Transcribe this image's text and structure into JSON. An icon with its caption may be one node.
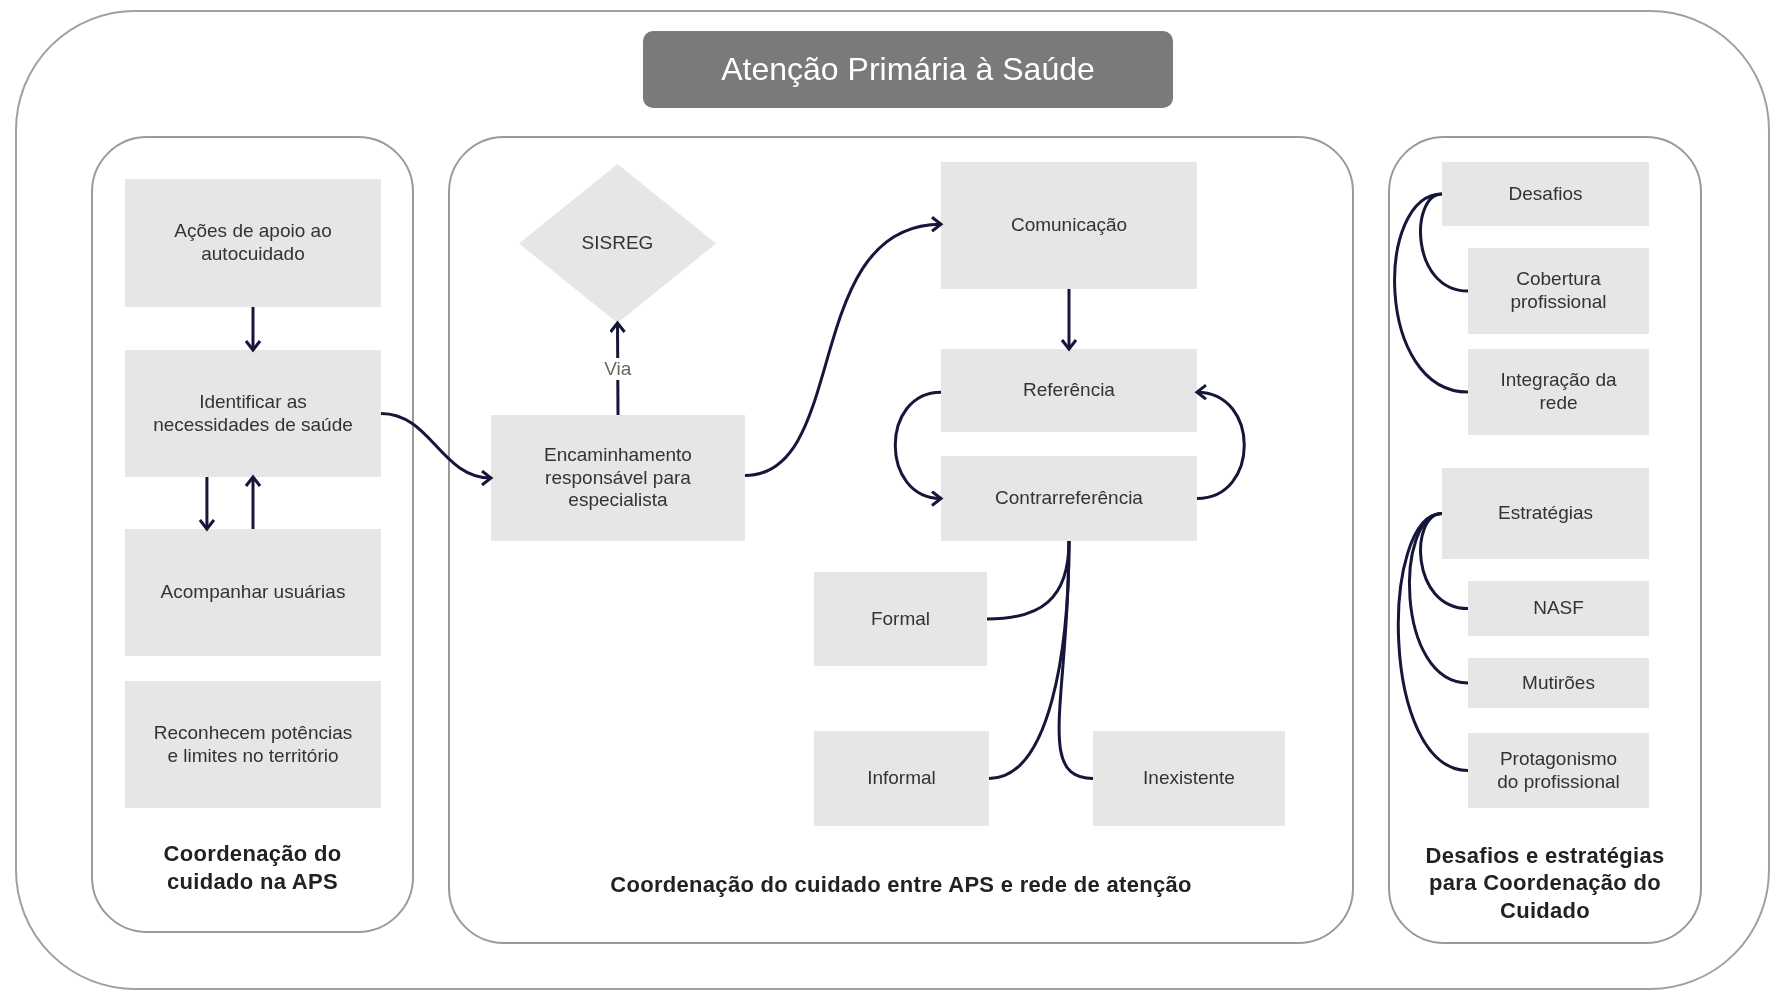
{
  "diagram": {
    "nodes": [
      {
        "text": [],
        "shape": "box"
      },
      {
        "text": [
          "Atenção Primária à Saúde"
        ],
        "in": 0
      },
      {
        "text": [
          "Coordenação do cuidado na APS"
        ],
        "in": 0
      },
      {
        "text": [
          "Ações de apoio ao autocuidado"
        ],
        "in": 2
      },
      {
        "text": [
          "Identificar as necessidades de saúde"
        ],
        "in": 2
      },
      {
        "text": [
          "Acompanhar usuárias"
        ],
        "in": 2
      },
      {
        "text": [
          "Reconhecem potências e limites no território"
        ],
        "in": 2
      },
      {
        "text": [
          "Coordenação do cuidado entre APS e rede de atenção"
        ],
        "in": 0
      },
      {
        "text": [
          "SISREG"
        ],
        "in": 7
      },
      {
        "text": [
          "Encaminhamento responsável para especialista"
        ],
        "in": 7
      },
      {
        "text": [
          "Comunicação"
        ],
        "in": 7
      },
      {
        "text": [
          "Referência"
        ],
        "in": 7
      },
      {
        "text": [
          "Contrarreferência"
        ],
        "in": 7
      },
      {
        "text": [
          "Formal"
        ],
        "in": 7
      },
      {
        "text": [
          "Informal"
        ],
        "in": 7
      },
      {
        "text": [
          "Inexistente"
        ],
        "in": 7
      },
      {
        "text": [
          "Desafios e estratégias para Coordenação do Cuidado"
        ],
        "in": 0
      },
      {
        "text": [
          "Desafios"
        ],
        "in": 16
      },
      {
        "text": [
          "Cobertura profissional"
        ],
        "in": 16
      },
      {
        "text": [
          "Integração da rede"
        ],
        "in": 16
      },
      {
        "text": [
          "Estratégias"
        ],
        "in": 16
      },
      {
        "text": [
          "NASF"
        ],
        "in": 16
      },
      {
        "text": [
          "Mutirões"
        ],
        "in": 16
      },
      {
        "text": [
          "Protagonismo do profissional"
        ],
        "in": 16
      }
    ],
    "edges": [
      {
        "from": 3,
        "to": 4,
        "arrow": "to"
      },
      {
        "from": 4,
        "to": 5,
        "arrow": "to"
      },
      {
        "from": 5,
        "to": 4,
        "arrow": "to"
      },
      {
        "from": 4,
        "to": 9,
        "arrow": "to"
      },
      {
        "from": 9,
        "to": 8,
        "arrow": "to",
        "label": "Via"
      },
      {
        "from": 9,
        "to": 10,
        "arrow": "to"
      },
      {
        "from": 10,
        "to": 11,
        "arrow": "to"
      },
      {
        "from": 11,
        "to": 12,
        "arrow": "to"
      },
      {
        "from": 12,
        "to": 11,
        "arrow": "to"
      },
      {
        "from": 12,
        "to": 13,
        "arrow": "none"
      },
      {
        "from": 12,
        "to": 14,
        "arrow": "none"
      },
      {
        "from": 12,
        "to": 15,
        "arrow": "none"
      },
      {
        "from": 17,
        "to": 18,
        "arrow": "none"
      },
      {
        "from": 17,
        "to": 19,
        "arrow": "none"
      },
      {
        "from": 20,
        "to": 21,
        "arrow": "none"
      },
      {
        "from": 20,
        "to": 22,
        "arrow": "none"
      },
      {
        "from": 20,
        "to": 23,
        "arrow": "none"
      }
    ]
  }
}
